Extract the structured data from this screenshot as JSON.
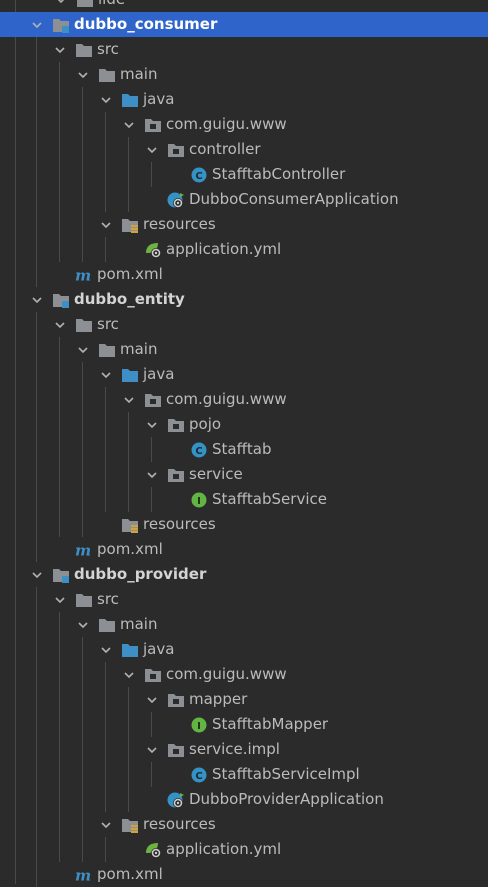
{
  "tree": {
    "top_partial": "ilde",
    "rows": [
      {
        "label": "dubbo_consumer",
        "indent": 0,
        "kind": "module",
        "expanded": true,
        "selected": true,
        "bold": true
      },
      {
        "label": "src",
        "indent": 1,
        "kind": "folder",
        "expanded": true
      },
      {
        "label": "main",
        "indent": 2,
        "kind": "folder",
        "expanded": true
      },
      {
        "label": "java",
        "indent": 3,
        "kind": "source-folder",
        "expanded": true
      },
      {
        "label": "com.guigu.www",
        "indent": 4,
        "kind": "package",
        "expanded": true
      },
      {
        "label": "controller",
        "indent": 5,
        "kind": "package",
        "expanded": true
      },
      {
        "label": "StafftabController",
        "indent": 6,
        "kind": "class"
      },
      {
        "label": "DubboConsumerApplication",
        "indent": 5,
        "kind": "spring-boot-class"
      },
      {
        "label": "resources",
        "indent": 3,
        "kind": "resources-folder",
        "expanded": true
      },
      {
        "label": "application.yml",
        "indent": 4,
        "kind": "spring-config"
      },
      {
        "label": "pom.xml",
        "indent": 1,
        "kind": "maven"
      },
      {
        "label": "dubbo_entity",
        "indent": 0,
        "kind": "module",
        "expanded": true,
        "bold": true
      },
      {
        "label": "src",
        "indent": 1,
        "kind": "folder",
        "expanded": true
      },
      {
        "label": "main",
        "indent": 2,
        "kind": "folder",
        "expanded": true
      },
      {
        "label": "java",
        "indent": 3,
        "kind": "source-folder",
        "expanded": true
      },
      {
        "label": "com.guigu.www",
        "indent": 4,
        "kind": "package",
        "expanded": true
      },
      {
        "label": "pojo",
        "indent": 5,
        "kind": "package",
        "expanded": true
      },
      {
        "label": "Stafftab",
        "indent": 6,
        "kind": "class"
      },
      {
        "label": "service",
        "indent": 5,
        "kind": "package",
        "expanded": true
      },
      {
        "label": "StafftabService",
        "indent": 6,
        "kind": "interface"
      },
      {
        "label": "resources",
        "indent": 3,
        "kind": "resources-folder"
      },
      {
        "label": "pom.xml",
        "indent": 1,
        "kind": "maven"
      },
      {
        "label": "dubbo_provider",
        "indent": 0,
        "kind": "module",
        "expanded": true,
        "bold": true
      },
      {
        "label": "src",
        "indent": 1,
        "kind": "folder",
        "expanded": true
      },
      {
        "label": "main",
        "indent": 2,
        "kind": "folder",
        "expanded": true
      },
      {
        "label": "java",
        "indent": 3,
        "kind": "source-folder",
        "expanded": true
      },
      {
        "label": "com.guigu.www",
        "indent": 4,
        "kind": "package",
        "expanded": true
      },
      {
        "label": "mapper",
        "indent": 5,
        "kind": "package",
        "expanded": true
      },
      {
        "label": "StafftabMapper",
        "indent": 6,
        "kind": "interface"
      },
      {
        "label": "service.impl",
        "indent": 5,
        "kind": "package",
        "expanded": true
      },
      {
        "label": "StafftabServiceImpl",
        "indent": 6,
        "kind": "class"
      },
      {
        "label": "DubboProviderApplication",
        "indent": 5,
        "kind": "spring-boot-class"
      },
      {
        "label": "resources",
        "indent": 3,
        "kind": "resources-folder",
        "expanded": true
      },
      {
        "label": "application.yml",
        "indent": 4,
        "kind": "spring-config"
      },
      {
        "label": "pom.xml",
        "indent": 1,
        "kind": "maven"
      }
    ]
  },
  "colors": {
    "background": "#2b2b2b",
    "selection": "#2f65ca",
    "text": "#bbbbbb",
    "folder": "#8c9094",
    "source_folder": "#3d8fc6",
    "class_icon": "#3592c4",
    "interface_icon": "#62b543",
    "maven": "#3d8fc6",
    "spring": "#6db33f"
  }
}
